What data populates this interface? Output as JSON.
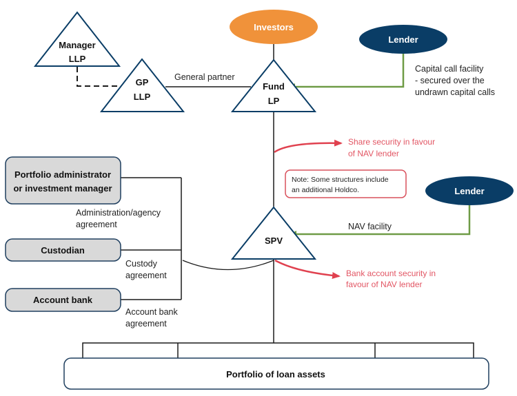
{
  "colors": {
    "navy": "#0A3D66",
    "orange": "#F0923A",
    "green": "#6E9B45",
    "red": "#E0414F",
    "red_text": "#E25563",
    "box_fill": "#D9D9D9",
    "line": "#1a1a1a",
    "text": "#222222"
  },
  "entities": {
    "manager": [
      "Manager",
      "LLP"
    ],
    "gp": [
      "GP",
      "LLP"
    ],
    "fund": [
      "Fund",
      "LP"
    ],
    "spv": "SPV",
    "investors": "Investors",
    "lender_top": "Lender",
    "lender_mid": "Lender"
  },
  "service_providers": {
    "admin": [
      "Portfolio administrator",
      "or investment manager"
    ],
    "custodian": "Custodian",
    "account_bank": "Account bank"
  },
  "labels": {
    "general_partner": "General partner",
    "capital_call": [
      "Capital call facility",
      "- secured over the",
      "undrawn capital calls"
    ],
    "share_security": [
      "Share security in favour",
      "of NAV lender"
    ],
    "note": [
      "Note: Some structures include",
      "an additional Holdco."
    ],
    "nav_facility": "NAV facility",
    "bank_security": [
      "Bank account security in",
      "favour of NAV lender"
    ],
    "admin_agreement": [
      "Administration/agency",
      "agreement"
    ],
    "custody_agreement": [
      "Custody",
      "agreement"
    ],
    "bank_agreement": [
      "Account bank",
      "agreement"
    ],
    "portfolio": "Portfolio of loan assets"
  }
}
